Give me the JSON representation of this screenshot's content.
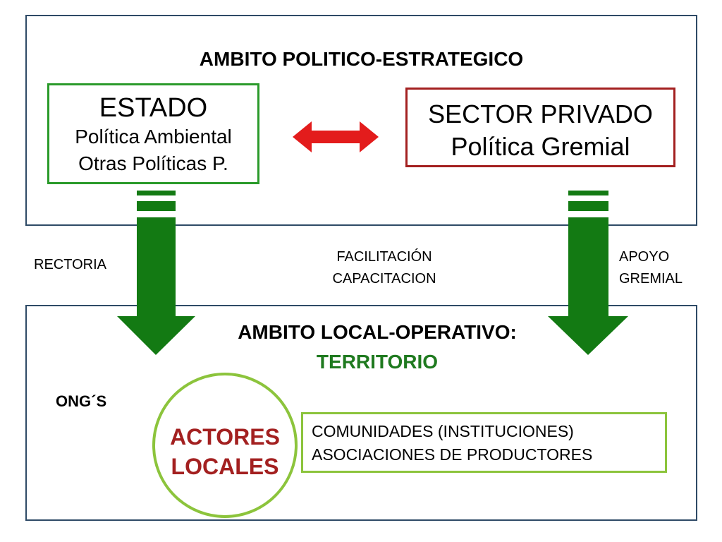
{
  "top_panel": {
    "title": "AMBITO POLITICO-ESTRATEGICO",
    "estado": {
      "title": "ESTADO",
      "line1": "Política Ambiental",
      "line2": "Otras Políticas P."
    },
    "sector_privado": {
      "title": "SECTOR PRIVADO",
      "line1": "Política Gremial"
    }
  },
  "labels": {
    "rectoria": "RECTORIA",
    "facilitacion": "FACILITACIÓN",
    "capacitacion": "CAPACITACION",
    "apoyo": "APOYO",
    "gremial": "GREMIAL"
  },
  "bottom_panel": {
    "title": "AMBITO LOCAL-OPERATIVO:",
    "subtitle": "TERRITORIO",
    "ongs": "ONG´S",
    "actores_line1": "ACTORES",
    "actores_line2": "LOCALES",
    "comunidades_line1": "COMUNIDADES (INSTITUCIONES)",
    "comunidades_line2": "ASOCIACIONES DE PRODUCTORES"
  },
  "colors": {
    "arrow_green": "#137a13",
    "double_arrow_red": "#e31c1c",
    "panel_border": "#2e4a66",
    "estado_border": "#2a9a2a",
    "sector_border": "#a32020",
    "lime": "#8cc43c"
  }
}
